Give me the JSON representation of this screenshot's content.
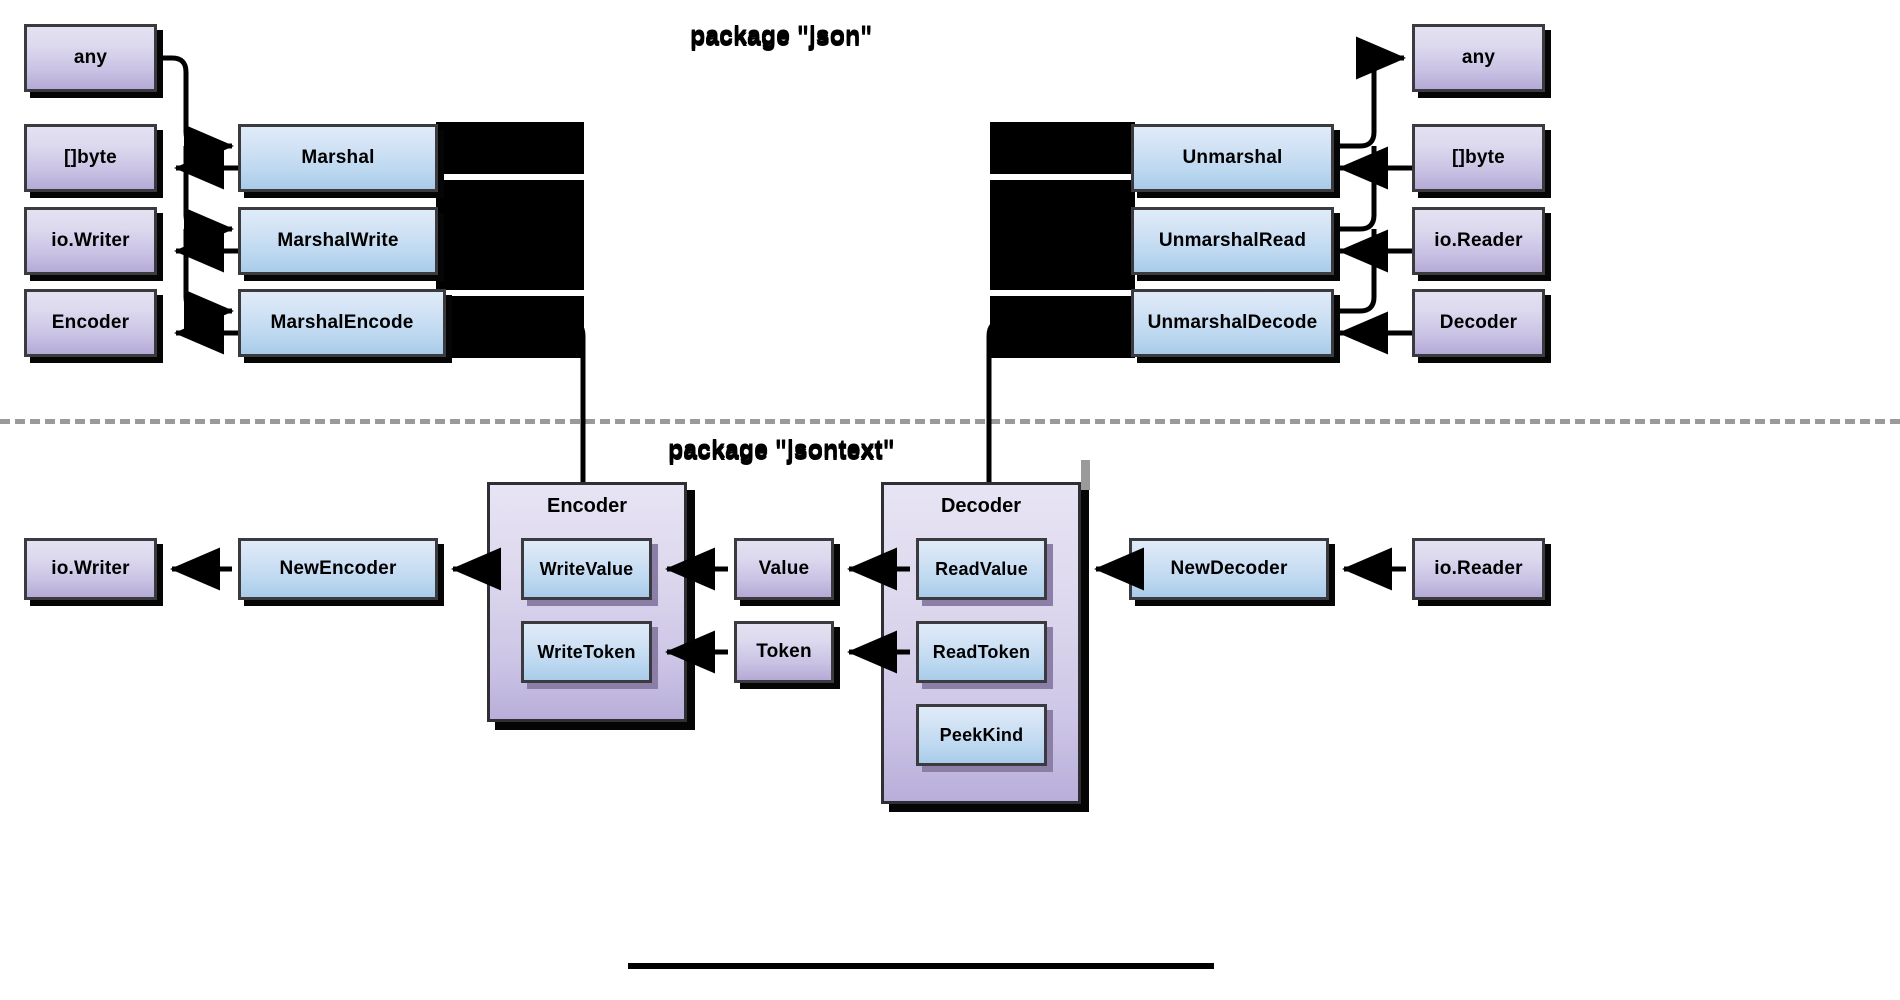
{
  "diagram": {
    "title_top": "package \"json\"",
    "title_bottom": "package \"jsontext\"",
    "colors": {
      "type_box_fill_top": "#e4e1f2",
      "type_box_fill_bottom": "#b4aad6",
      "func_box_fill_top": "#dfebf8",
      "func_box_fill_bottom": "#a9cbe9",
      "group_fill_top": "#e7e4f4",
      "group_fill_bottom": "#b8aeda",
      "border": "#3a3a3f",
      "shadow": "#050505",
      "divider": "#9a9a9a"
    }
  },
  "packages": [
    {
      "id": "json",
      "label": "package \"json\""
    },
    {
      "id": "jsontext",
      "label": "package \"jsontext\""
    }
  ],
  "json_package": {
    "marshal_inputs": [
      {
        "label": "any"
      },
      {
        "label": "[]byte"
      },
      {
        "label": "io.Writer"
      },
      {
        "label": "Encoder"
      }
    ],
    "marshal_funcs": [
      {
        "label": "Marshal"
      },
      {
        "label": "MarshalWrite"
      },
      {
        "label": "MarshalEncode"
      }
    ],
    "unmarshal_funcs": [
      {
        "label": "Unmarshal"
      },
      {
        "label": "UnmarshalRead"
      },
      {
        "label": "UnmarshalDecode"
      }
    ],
    "unmarshal_inputs": [
      {
        "label": "any"
      },
      {
        "label": "[]byte"
      },
      {
        "label": "io.Reader"
      },
      {
        "label": "Decoder"
      }
    ]
  },
  "jsontext_package": {
    "encoder_group": {
      "title": "Encoder",
      "methods": [
        {
          "label": "WriteValue"
        },
        {
          "label": "WriteToken"
        }
      ]
    },
    "decoder_group": {
      "title": "Decoder",
      "methods": [
        {
          "label": "ReadValue"
        },
        {
          "label": "ReadToken"
        },
        {
          "label": "PeekKind"
        }
      ]
    },
    "encoder_side": [
      {
        "label": "io.Writer"
      },
      {
        "label": "NewEncoder"
      }
    ],
    "decoder_side": [
      {
        "label": "NewDecoder"
      },
      {
        "label": "io.Reader"
      }
    ],
    "middle_types": [
      {
        "label": "Value"
      },
      {
        "label": "Token"
      }
    ]
  }
}
